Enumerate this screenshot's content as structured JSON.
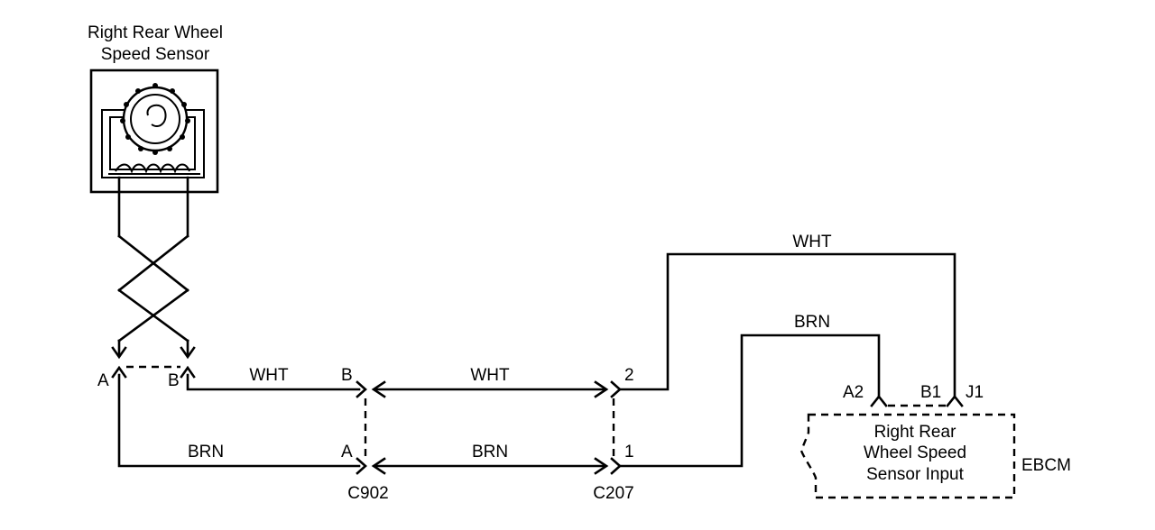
{
  "sensor": {
    "title_line1": "Right Rear Wheel",
    "title_line2": "Speed Sensor",
    "pin_a": "A",
    "pin_b": "B"
  },
  "wires": {
    "wht": "WHT",
    "brn": "BRN"
  },
  "connectors": {
    "c902": {
      "name": "C902",
      "pin_b": "B",
      "pin_a": "A"
    },
    "c207": {
      "name": "C207",
      "pin_2": "2",
      "pin_1": "1"
    }
  },
  "ebcm": {
    "pin_a2": "A2",
    "pin_b1": "B1",
    "connector": "J1",
    "input_line1": "Right Rear",
    "input_line2": "Wheel Speed",
    "input_line3": "Sensor Input",
    "module_label": "EBCM"
  }
}
